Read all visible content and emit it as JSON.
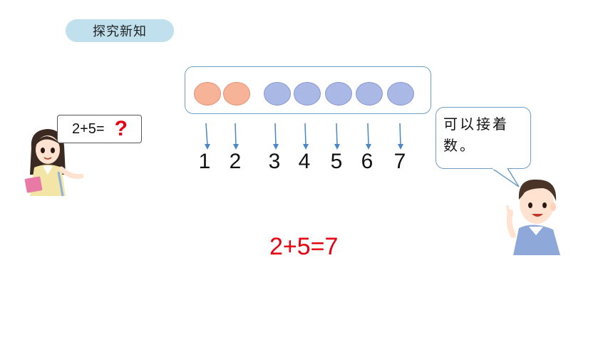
{
  "section_tag": "探究新知",
  "dots": [
    {
      "color": "orange"
    },
    {
      "color": "orange"
    },
    {
      "color": "blue"
    },
    {
      "color": "blue"
    },
    {
      "color": "blue"
    },
    {
      "color": "blue"
    },
    {
      "color": "blue"
    }
  ],
  "numbers": [
    "1",
    "2",
    "3",
    "4",
    "5",
    "6",
    "7"
  ],
  "question": {
    "expression": "2+5=",
    "mark": "?"
  },
  "answer": "2+5=7",
  "speech": {
    "line1": "可以接着",
    "line2": "数。"
  },
  "colors": {
    "orange": "#f6b397",
    "blue": "#aab8e6",
    "accent_red": "#e60012",
    "tag_bg": "#bfe0ec",
    "border": "#6f9fc4"
  }
}
